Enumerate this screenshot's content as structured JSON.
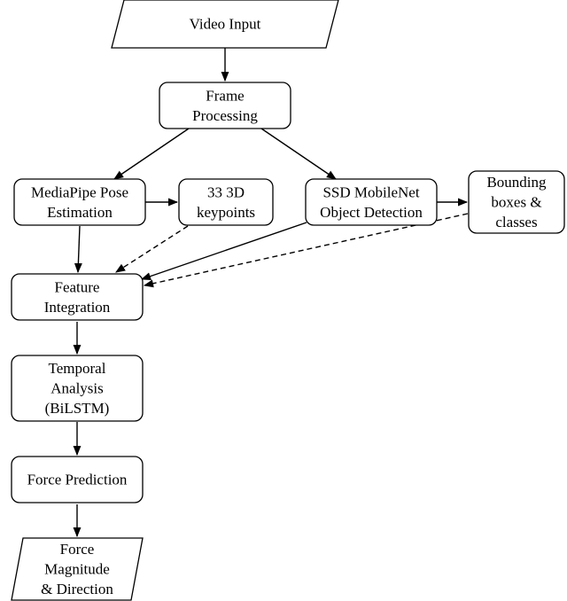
{
  "diagram": {
    "nodes": [
      {
        "id": "video-input",
        "shape": "parallelogram",
        "lines": [
          "Video Input"
        ]
      },
      {
        "id": "frame-processing",
        "shape": "rounded-rect",
        "lines": [
          "Frame",
          "Processing"
        ]
      },
      {
        "id": "mediapipe-pose",
        "shape": "rounded-rect",
        "lines": [
          "MediaPipe Pose",
          "Estimation"
        ]
      },
      {
        "id": "keypoints",
        "shape": "rounded-rect",
        "lines": [
          "33 3D",
          "keypoints"
        ]
      },
      {
        "id": "ssd-mobilenet",
        "shape": "rounded-rect",
        "lines": [
          "SSD MobileNet",
          "Object Detection"
        ]
      },
      {
        "id": "bounding-boxes",
        "shape": "rounded-rect",
        "lines": [
          "Bounding",
          "boxes &",
          "classes"
        ]
      },
      {
        "id": "feature-integration",
        "shape": "rounded-rect",
        "lines": [
          "Feature",
          "Integration"
        ]
      },
      {
        "id": "temporal-analysis",
        "shape": "rounded-rect",
        "lines": [
          "Temporal",
          "Analysis",
          "(BiLSTM)"
        ]
      },
      {
        "id": "force-prediction",
        "shape": "rounded-rect",
        "lines": [
          "Force Prediction"
        ]
      },
      {
        "id": "force-output",
        "shape": "parallelogram",
        "lines": [
          "Force",
          "Magnitude",
          "& Direction"
        ]
      }
    ],
    "edges": [
      {
        "from": "video-input",
        "to": "frame-processing",
        "style": "solid"
      },
      {
        "from": "frame-processing",
        "to": "mediapipe-pose",
        "style": "solid"
      },
      {
        "from": "frame-processing",
        "to": "ssd-mobilenet",
        "style": "solid"
      },
      {
        "from": "mediapipe-pose",
        "to": "keypoints",
        "style": "solid"
      },
      {
        "from": "ssd-mobilenet",
        "to": "bounding-boxes",
        "style": "solid"
      },
      {
        "from": "mediapipe-pose",
        "to": "feature-integration",
        "style": "solid"
      },
      {
        "from": "keypoints",
        "to": "feature-integration",
        "style": "dashed"
      },
      {
        "from": "ssd-mobilenet",
        "to": "feature-integration",
        "style": "solid"
      },
      {
        "from": "bounding-boxes",
        "to": "feature-integration",
        "style": "dashed"
      },
      {
        "from": "feature-integration",
        "to": "temporal-analysis",
        "style": "solid"
      },
      {
        "from": "temporal-analysis",
        "to": "force-prediction",
        "style": "solid"
      },
      {
        "from": "force-prediction",
        "to": "force-output",
        "style": "solid"
      }
    ]
  }
}
